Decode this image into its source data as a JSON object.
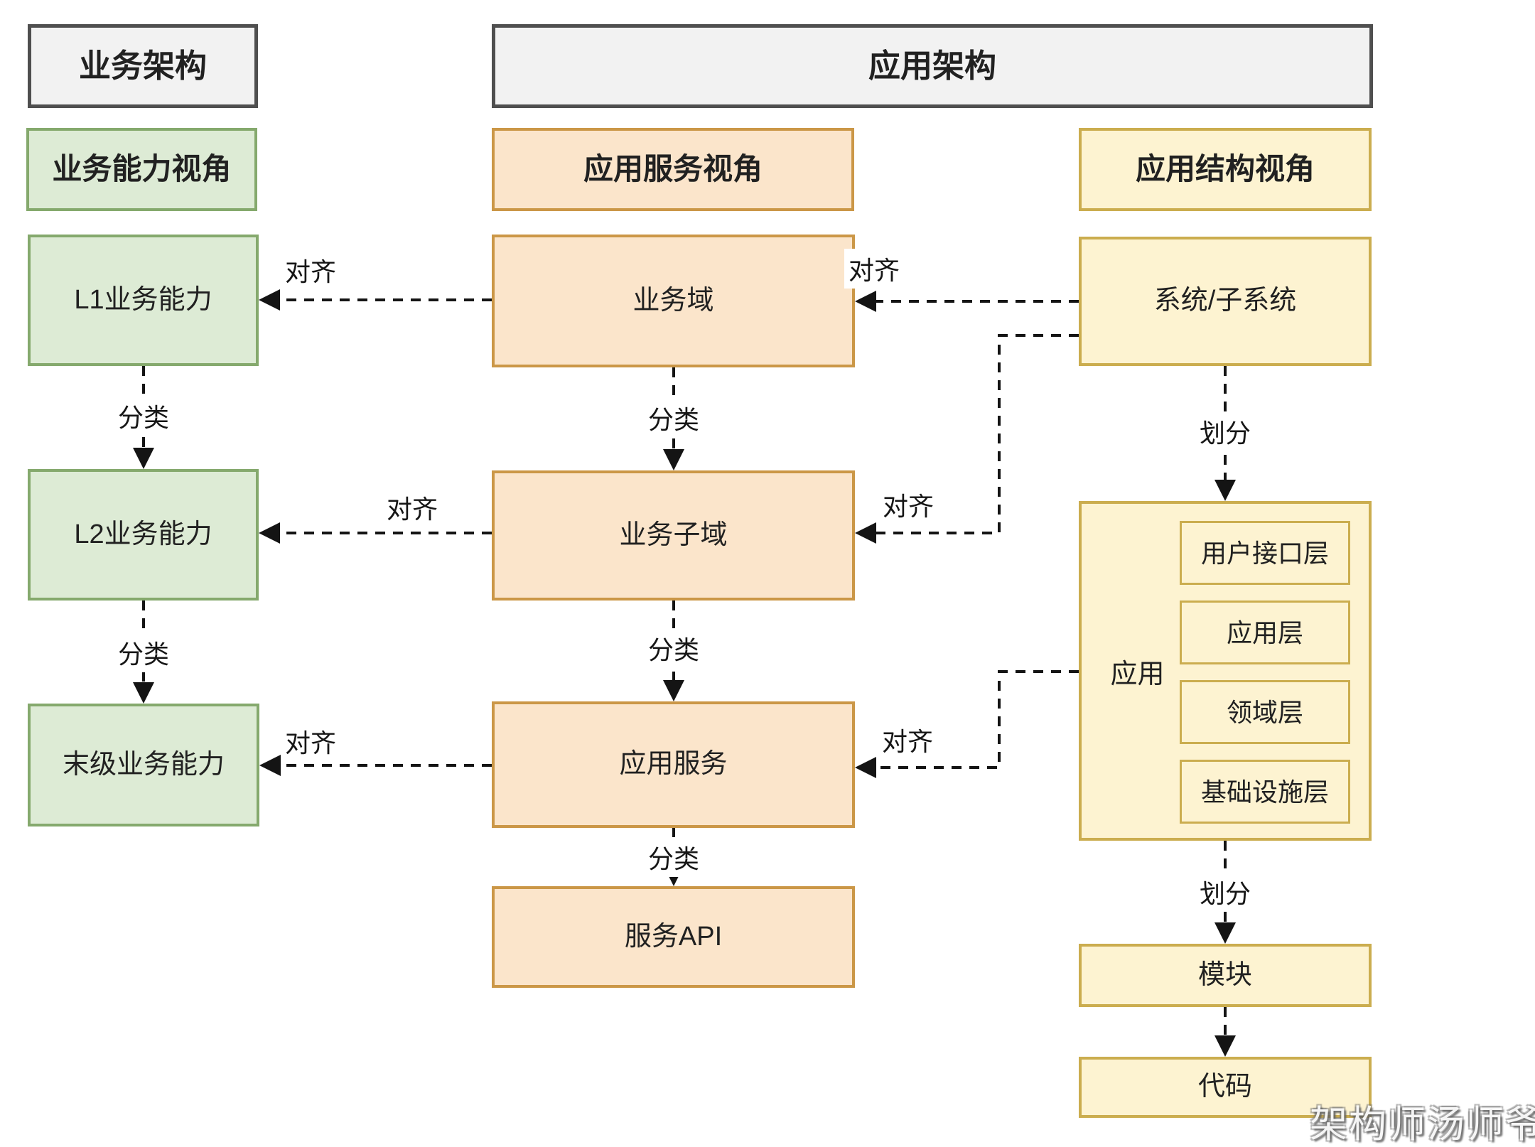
{
  "headers": {
    "business_architecture": "业务架构",
    "application_architecture": "应用架构"
  },
  "views": {
    "capability_view": "业务能力视角",
    "service_view": "应用服务视角",
    "structure_view": "应用结构视角"
  },
  "boxes": {
    "l1_capability": "L1业务能力",
    "l2_capability": "L2业务能力",
    "leaf_capability": "末级业务能力",
    "business_domain": "业务域",
    "business_subdomain": "业务子域",
    "application_service": "应用服务",
    "service_api": "服务API",
    "system": "系统/子系统",
    "application": "应用",
    "ui_layer": "用户接口层",
    "application_layer": "应用层",
    "domain_layer": "领域层",
    "infrastructure_layer": "基础设施层",
    "module": "模块",
    "code": "代码"
  },
  "connector_labels": {
    "align": "对齐",
    "classify": "分类",
    "partition": "划分"
  },
  "watermark": "架构师汤师爷",
  "colors": {
    "gray_fill": "#f2f2f2",
    "gray_border": "#4f4f4f",
    "green_fill": "#ddebd5",
    "green_border": "#85a96d",
    "orange_fill": "#fbe5cb",
    "orange_border": "#cb9747",
    "yellow_fill": "#fdf3d1",
    "yellow_border": "#cbad4f",
    "line_color": "#141414",
    "background": "#ffffff"
  }
}
